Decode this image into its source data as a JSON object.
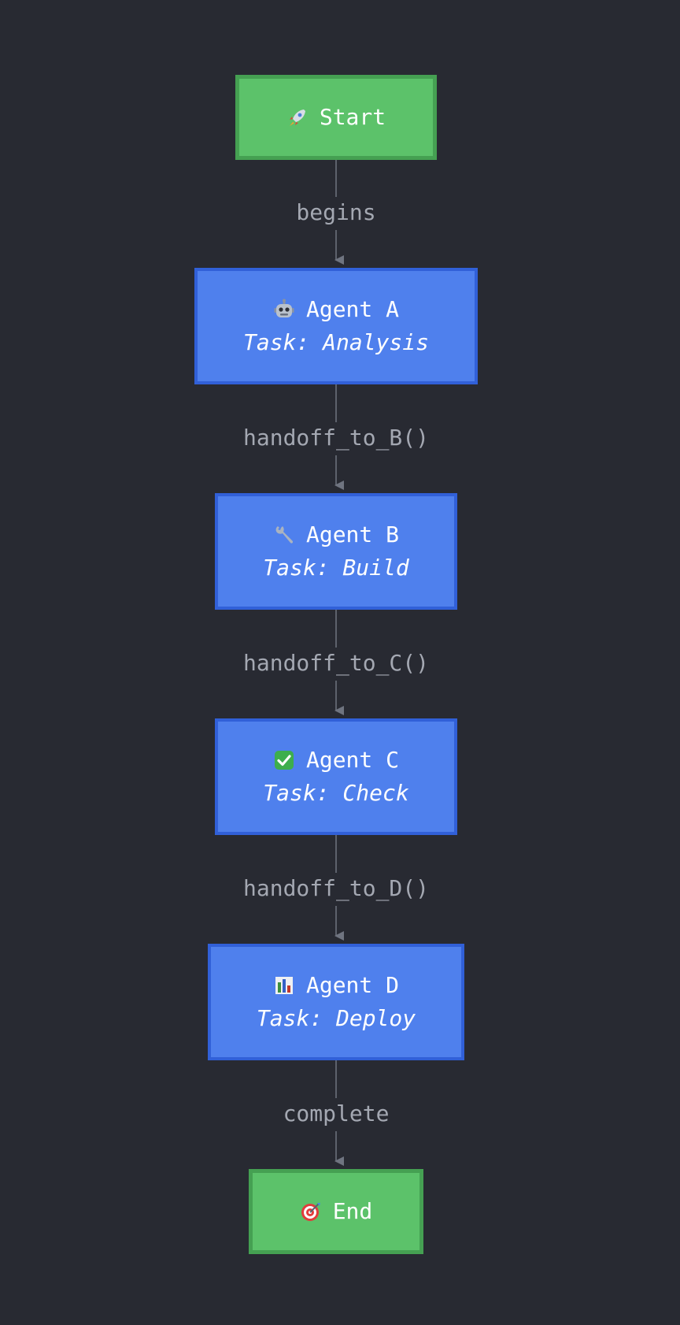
{
  "colors": {
    "background": "#282a32",
    "terminal_fill": "#5cc26a",
    "terminal_border": "#45a052",
    "agent_fill": "#4f80ed",
    "agent_border": "#3160d8",
    "edge": "#6f7480",
    "edge_label": "#a4a8b2"
  },
  "nodes": {
    "start": {
      "icon": "rocket-icon",
      "label": "Start"
    },
    "agent_a": {
      "icon": "robot-icon",
      "label": "Agent A",
      "task": "Task: Analysis"
    },
    "agent_b": {
      "icon": "wrench-icon",
      "label": "Agent B",
      "task": "Task: Build"
    },
    "agent_c": {
      "icon": "check-mark-icon",
      "label": "Agent C",
      "task": "Task: Check"
    },
    "agent_d": {
      "icon": "bar-chart-icon",
      "label": "Agent D",
      "task": "Task: Deploy"
    },
    "end": {
      "icon": "target-icon",
      "label": "End"
    }
  },
  "edges": {
    "start_to_a": "begins",
    "a_to_b": "handoff_to_B()",
    "b_to_c": "handoff_to_C()",
    "c_to_d": "handoff_to_D()",
    "d_to_end": "complete"
  }
}
